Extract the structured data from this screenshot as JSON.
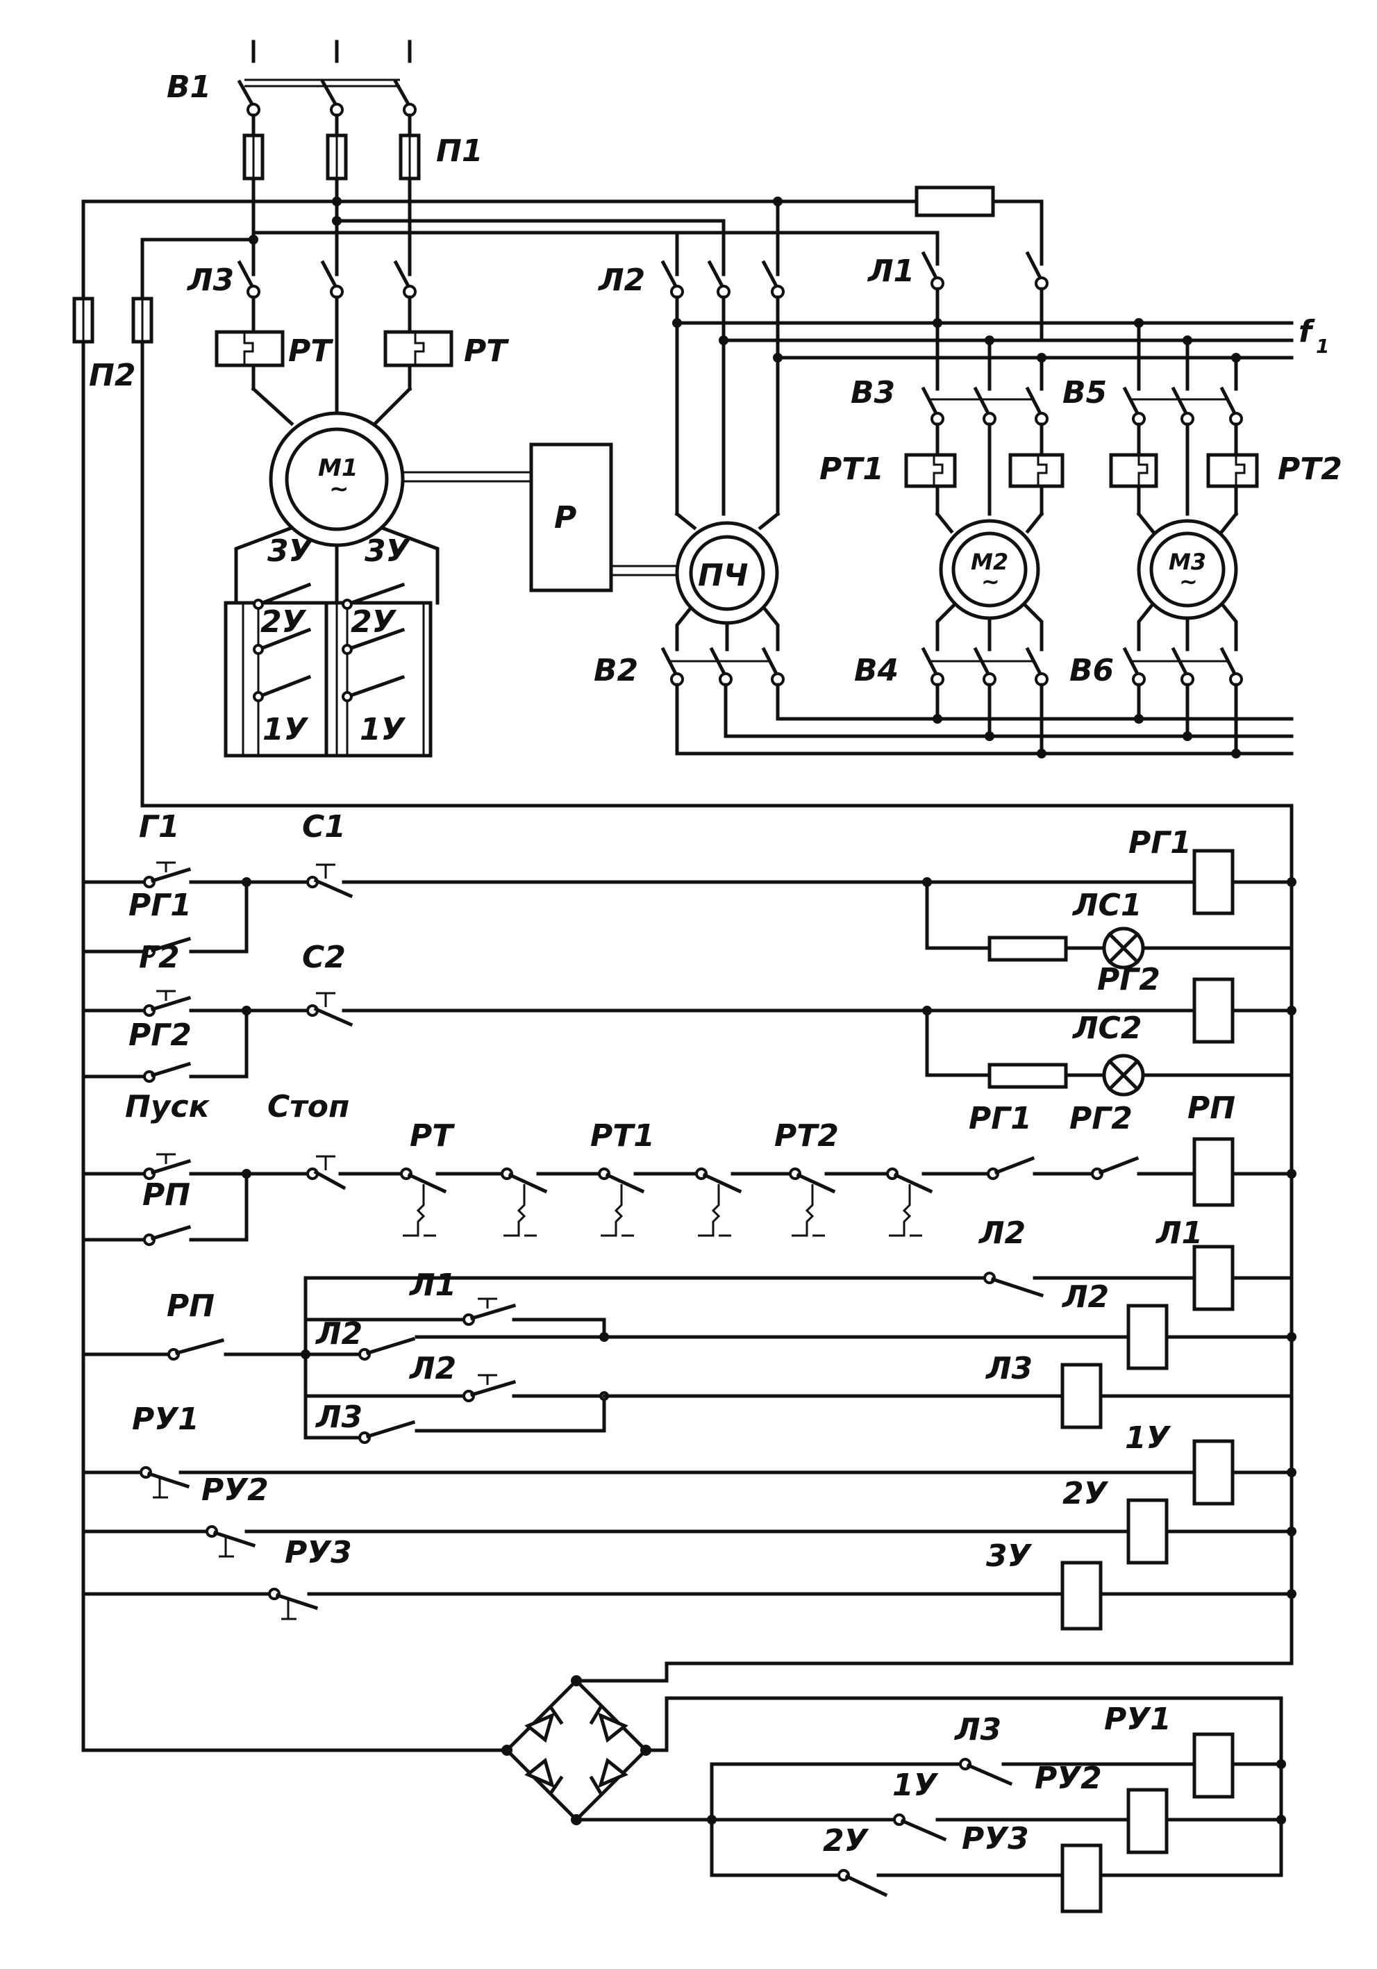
{
  "power": {
    "main_switch": "В1",
    "fuses_main": "П1",
    "fuses_ctrl": "П2",
    "contactor_l3": "Л3",
    "contactor_l2": "Л2",
    "contactor_l1": "Л1",
    "thermal_relay": "РТ",
    "thermal_relay_1": "РТ1",
    "thermal_relay_2": "РТ2",
    "motor_1": "М1",
    "motor_2": "М2",
    "motor_3": "М3",
    "tilde": "~",
    "regulator": "Р",
    "freq_converter": "ПЧ",
    "freq_out": "f",
    "freq_sub": "1",
    "switch_b2": "В2",
    "switch_b3": "В3",
    "switch_b4": "В4",
    "switch_b5": "В5",
    "switch_b6": "В6",
    "stage_3": "3У",
    "stage_2": "2У",
    "stage_1": "1У"
  },
  "control": {
    "g1": "Г1",
    "rg1": "РГ1",
    "c1": "С1",
    "lc1": "ЛС1",
    "g2": "Г2",
    "rg2": "РГ2",
    "c2": "С2",
    "lc2": "ЛС2",
    "start": "Пуск",
    "stop": "Стоп",
    "rp": "РП",
    "pt": "РТ",
    "pt1": "РТ1",
    "pt2": "РТ2",
    "l1": "Л1",
    "l2": "Л2",
    "l3": "Л3",
    "ru1": "РУ1",
    "ru2": "РУ2",
    "ru3": "РУ3",
    "u1": "1У",
    "u2": "2У",
    "u3": "3У"
  }
}
